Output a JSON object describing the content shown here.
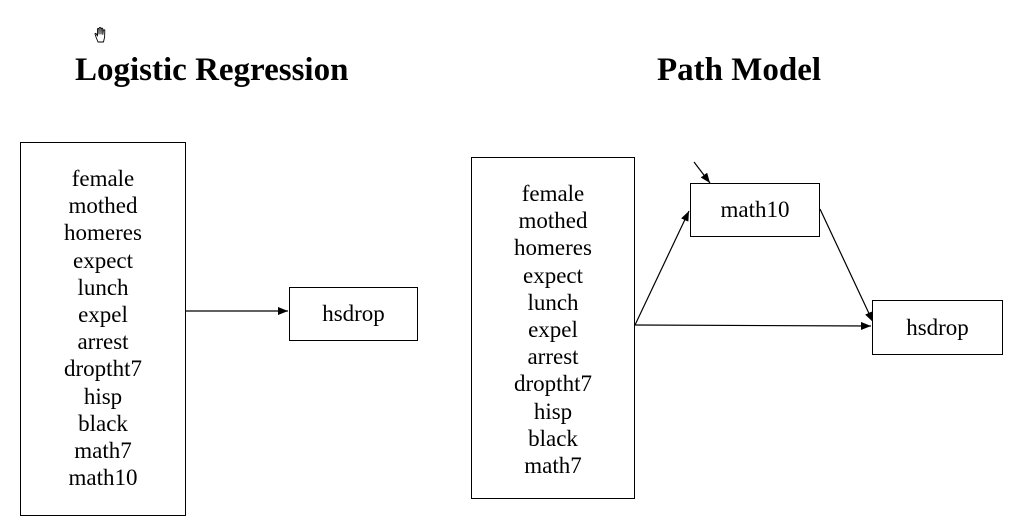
{
  "titles": {
    "left": "Logistic Regression",
    "right": "Path Model"
  },
  "icons": {
    "cursor": "hand-cursor-icon"
  },
  "logistic_regression": {
    "predictors": [
      "female",
      "mothed",
      "homeres",
      "expect",
      "lunch",
      "expel",
      "arrest",
      "droptht7",
      "hisp",
      "black",
      "math7",
      "math10"
    ],
    "outcome": "hsdrop"
  },
  "path_model": {
    "predictors": [
      "female",
      "mothed",
      "homeres",
      "expect",
      "lunch",
      "expel",
      "arrest",
      "droptht7",
      "hisp",
      "black",
      "math7"
    ],
    "mediator": "math10",
    "outcome": "hsdrop"
  },
  "edges": [
    {
      "from": "logistic_regression.predictors",
      "to": "logistic_regression.outcome"
    },
    {
      "from": "path_model.predictors",
      "to": "path_model.mediator"
    },
    {
      "from": "path_model.predictors",
      "to": "path_model.outcome"
    },
    {
      "from": "path_model.mediator",
      "to": "path_model.outcome"
    },
    {
      "from": "error",
      "to": "path_model.mediator"
    }
  ]
}
